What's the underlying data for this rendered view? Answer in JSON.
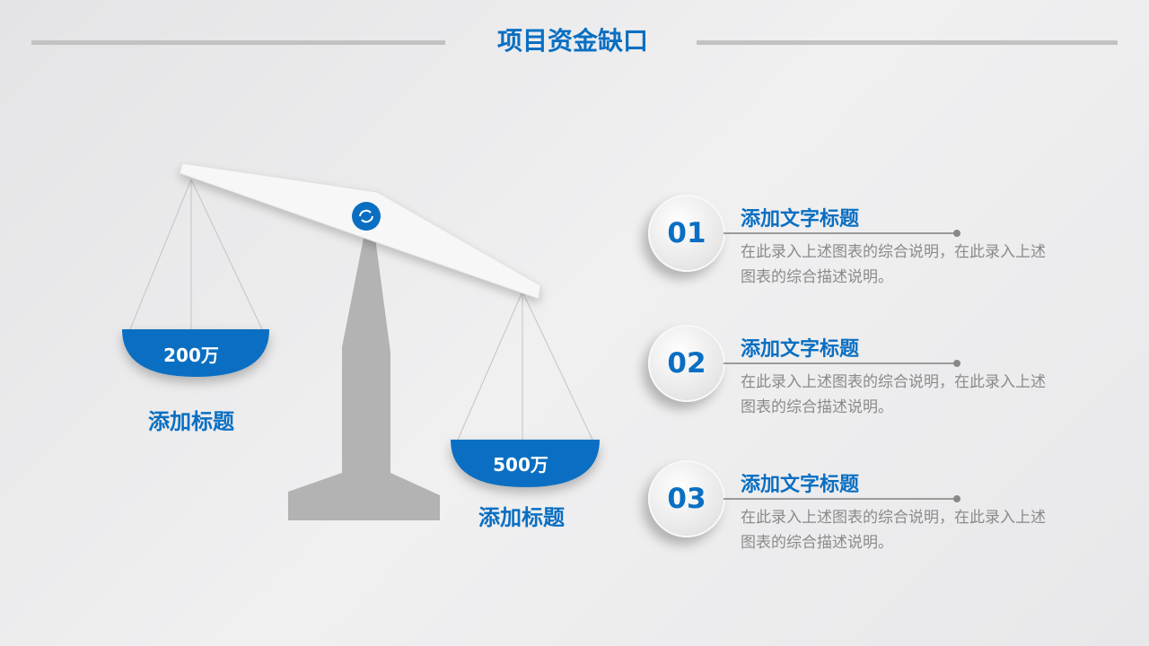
{
  "title": "项目资金缺口",
  "scale": {
    "left": {
      "value": "200万",
      "label": "添加标题"
    },
    "right": {
      "value": "500万",
      "label": "添加标题"
    }
  },
  "items": [
    {
      "number": "01",
      "title": "添加文字标题",
      "desc": "在此录入上述图表的综合说明，在此录入上述图表的综合描述说明。"
    },
    {
      "number": "02",
      "title": "添加文字标题",
      "desc": "在此录入上述图表的综合说明，在此录入上述图表的综合描述说明。"
    },
    {
      "number": "03",
      "title": "添加文字标题",
      "desc": "在此录入上述图表的综合说明，在此录入上述图表的综合描述说明。"
    }
  ],
  "colors": {
    "accent": "#0a6fc2",
    "pillar": "#b3b3b3"
  }
}
